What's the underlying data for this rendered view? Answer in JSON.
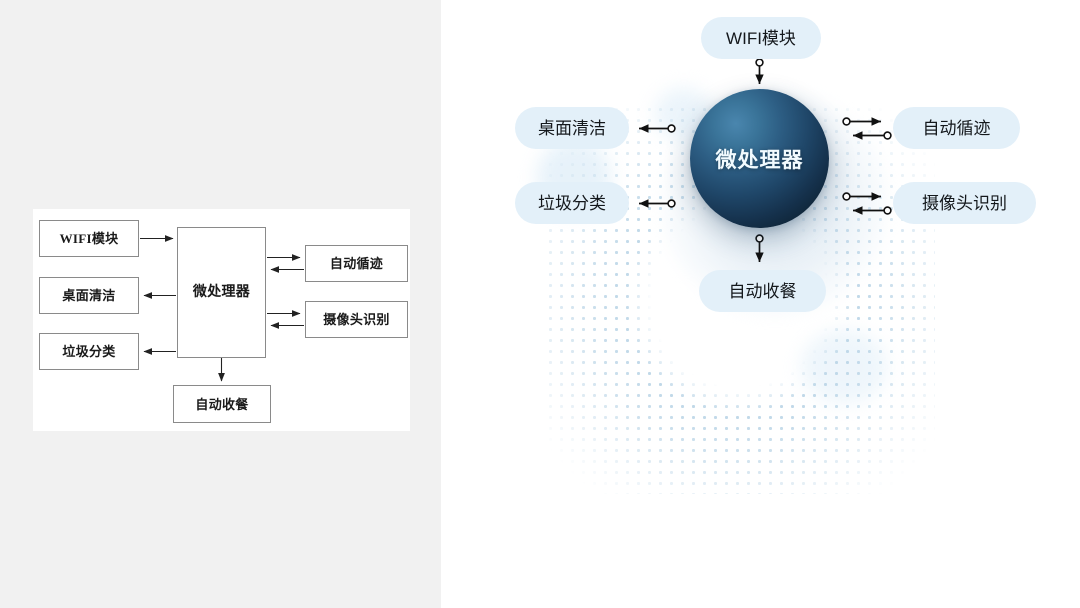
{
  "left_panel": {
    "background_color": "#f1f1f1",
    "canvas_color": "#ffffff",
    "boxes": {
      "wifi": "WIFI模块",
      "desk_clean": "桌面清洁",
      "trash_sort": "垃圾分类",
      "mcu": "微处理器",
      "auto_track": "自动循迹",
      "camera_recog": "摄像头识别",
      "auto_collect": "自动收餐"
    },
    "arrows": [
      {
        "from": "wifi",
        "to": "mcu",
        "direction": "right"
      },
      {
        "from": "mcu",
        "to": "desk_clean",
        "direction": "left"
      },
      {
        "from": "mcu",
        "to": "trash_sort",
        "direction": "left"
      },
      {
        "from": "mcu",
        "to": "auto_track",
        "direction": "bidirectional"
      },
      {
        "from": "mcu",
        "to": "camera_recog",
        "direction": "bidirectional"
      },
      {
        "from": "mcu",
        "to": "auto_collect",
        "direction": "down"
      }
    ]
  },
  "right_panel": {
    "background_color": "#ffffff",
    "accent_pill_color": "#e3f0f9",
    "dot_color": "#b9d4e6",
    "sphere": {
      "label": "微处理器",
      "gradient_light": "#4a86ae",
      "gradient_dark": "#0a1a28",
      "text_color": "#f2fbff"
    },
    "nodes": {
      "wifi": "WIFI模块",
      "desk_clean": "桌面清洁",
      "trash_sort": "垃圾分类",
      "auto_track": "自动循迹",
      "camera_recog": "摄像头识别",
      "auto_collect": "自动收餐"
    },
    "connectors": [
      {
        "node": "wifi",
        "position": "top",
        "style": "single",
        "direction": "into-hub"
      },
      {
        "node": "desk_clean",
        "position": "left-upper",
        "style": "single",
        "direction": "out-of-hub"
      },
      {
        "node": "trash_sort",
        "position": "left-lower",
        "style": "single",
        "direction": "out-of-hub"
      },
      {
        "node": "auto_track",
        "position": "right-upper",
        "style": "double",
        "direction": "bidirectional"
      },
      {
        "node": "camera_recog",
        "position": "right-lower",
        "style": "double",
        "direction": "bidirectional"
      },
      {
        "node": "auto_collect",
        "position": "bottom",
        "style": "single",
        "direction": "out-of-hub"
      }
    ]
  }
}
